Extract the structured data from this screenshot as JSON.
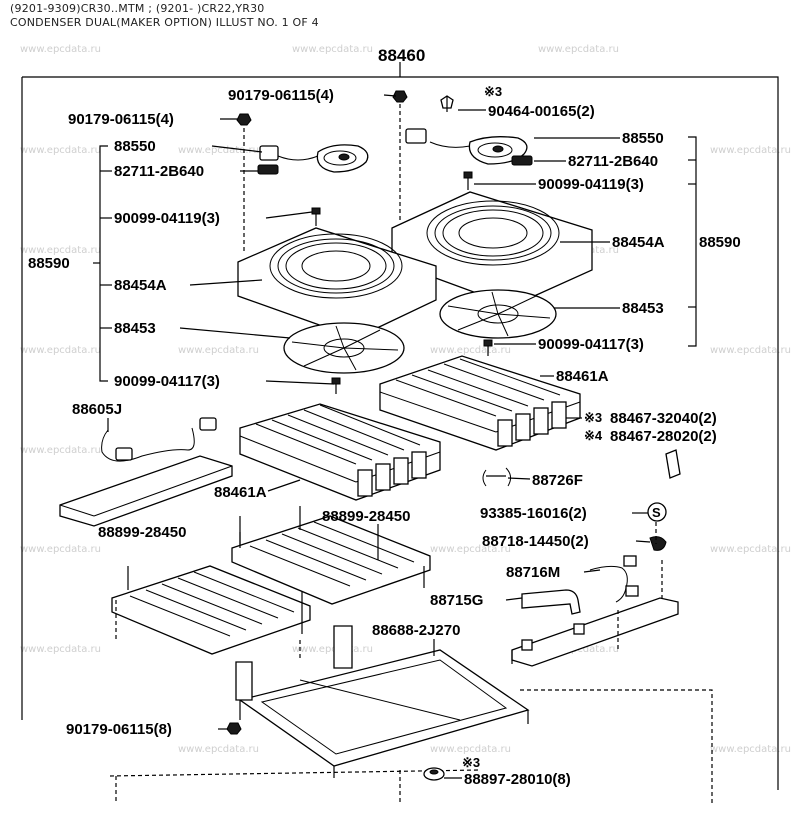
{
  "header": {
    "line1": "(9201-9309)CR30..MTM ; (9201- )CR22,YR30",
    "line2": "CONDENSER DUAL(MAKER OPTION) ILLUST NO. 1 OF 4"
  },
  "watermark": "www.epcdata.ru",
  "labels": {
    "assy_88460": "88460",
    "left_90179_4": "90179-06115(4)",
    "top_90179_4": "90179-06115(4)",
    "note3_top": "※3",
    "r_90464": "90464-00165(2)",
    "l_88550": "88550",
    "r_88550": "88550",
    "l_82711": "82711-2B640",
    "r_82711": "82711-2B640",
    "r_90099_04119": "90099-04119(3)",
    "l_90099_04119": "90099-04119(3)",
    "l_88590": "88590",
    "r_88590": "88590",
    "r_88454A": "88454A",
    "l_88454A": "88454A",
    "r_88453": "88453",
    "l_88453": "88453",
    "r_90099_04117": "90099-04117(3)",
    "l_90099_04117": "90099-04117(3)",
    "r_88461A": "88461A",
    "note3_mid": "※3",
    "r_88467_32040": "88467-32040(2)",
    "note4_mid": "※4",
    "r_88467_28020": "88467-28020(2)",
    "l_88605J": "88605J",
    "l_88461A": "88461A",
    "r_88726F": "88726F",
    "r_93385": "93385-16016(2)",
    "s_mark": "S",
    "l_88899": "88899-28450",
    "m_88899": "88899-28450",
    "r_88718": "88718-14450(2)",
    "r_88716M": "88716M",
    "r_88715G": "88715G",
    "m_88688": "88688-2J270",
    "l_90179_8": "90179-06115(8)",
    "note3_bot": "※3",
    "r_88897": "88897-28010(8)"
  }
}
